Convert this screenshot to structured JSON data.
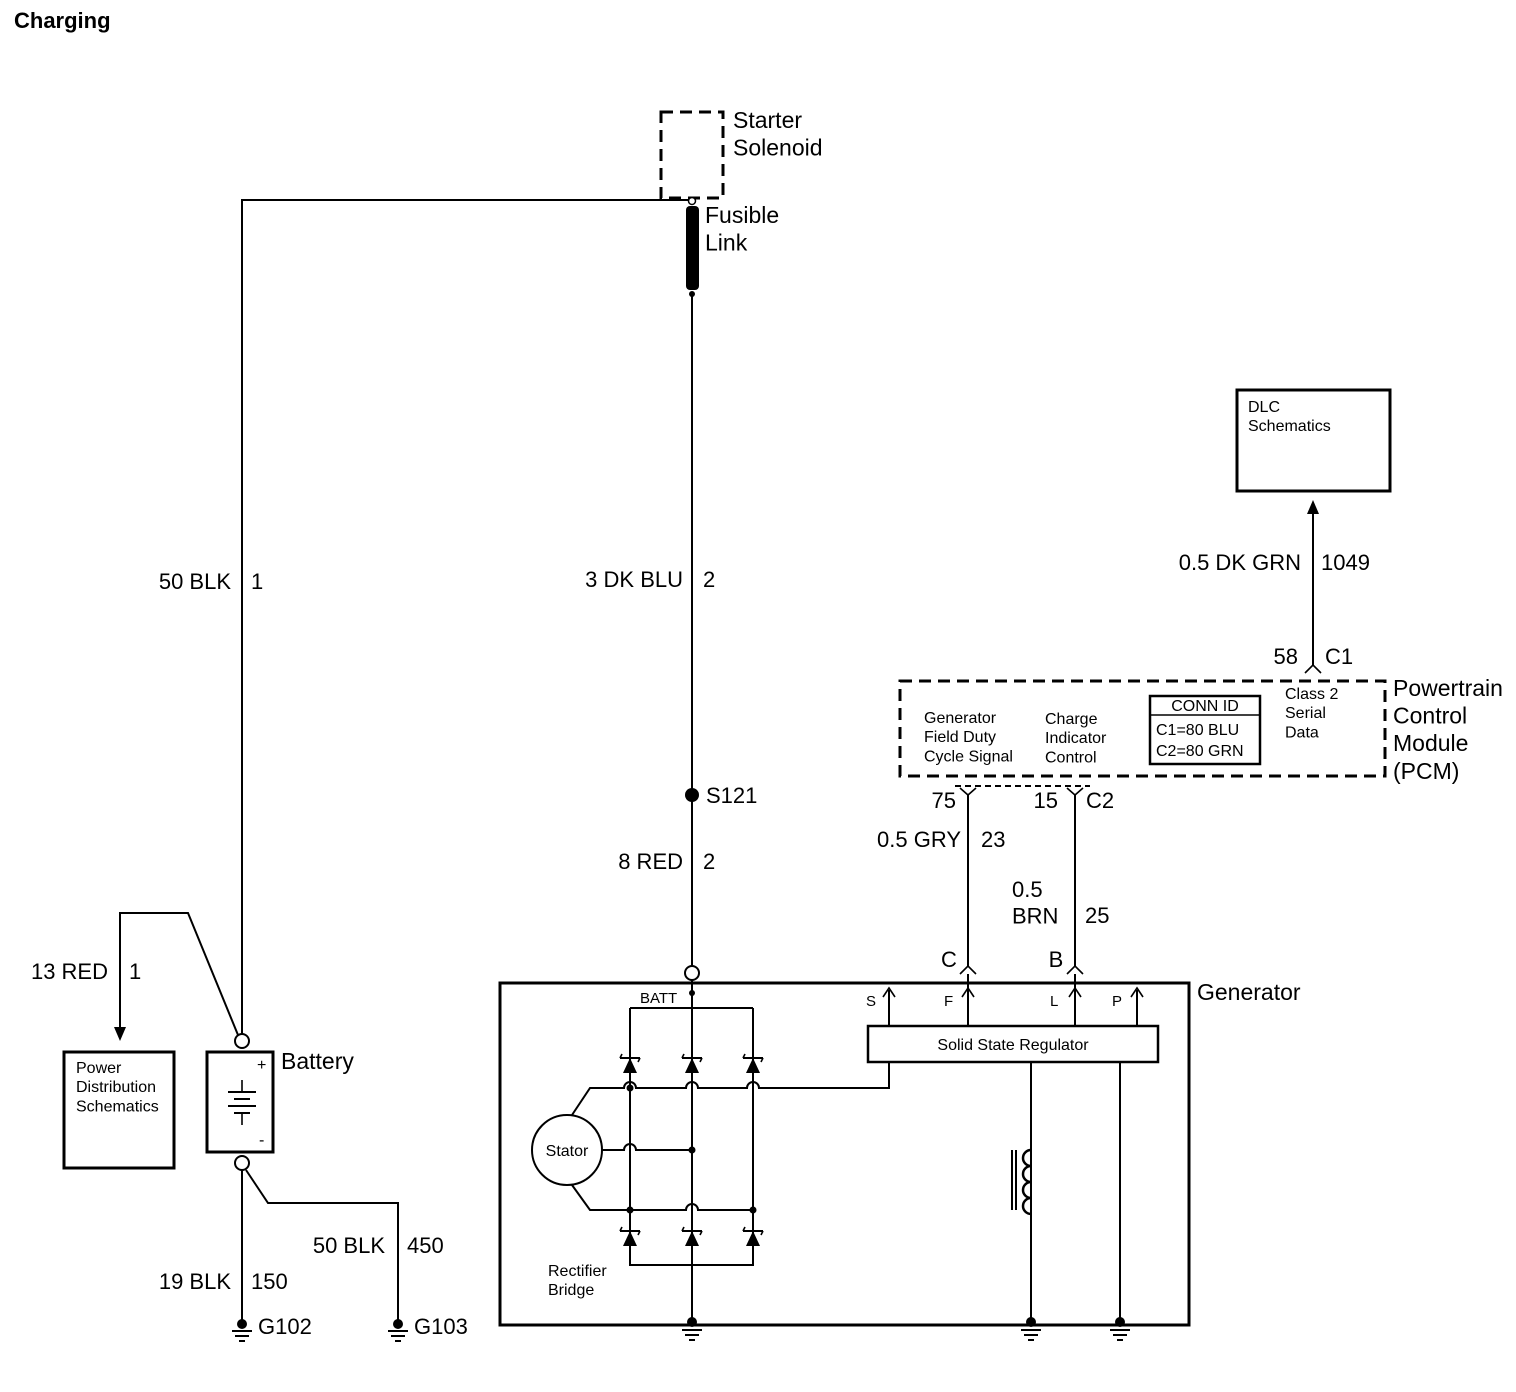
{
  "title": "Charging",
  "components": {
    "starter_solenoid": "Starter\nSolenoid",
    "fusible_link": "Fusible\nLink",
    "splice": "S121",
    "dlc": "DLC\nSchematics",
    "pcm_name": "Powertrain\nControl\nModule\n(PCM)",
    "pcm_text_field": "Generator\nField Duty\nCycle Signal",
    "pcm_text_charge": "Charge\nIndicator\nControl",
    "pcm_text_class2": "Class 2\nSerial\nData",
    "conn_id_title": "CONN ID",
    "conn_id_c1": "C1=80 BLU",
    "conn_id_c2": "C2=80 GRN",
    "power_dist": "Power\nDistribution\nSchematics",
    "battery": "Battery",
    "battery_plus": "+",
    "battery_minus": "-",
    "generator": "Generator",
    "batt_terminal": "BATT",
    "regulator": "Solid State Regulator",
    "stator": "Stator",
    "rectifier": "Rectifier\nBridge",
    "term_s": "S",
    "term_f": "F",
    "term_l": "L",
    "term_p": "P",
    "gen_conn_c": "C",
    "gen_conn_b": "B"
  },
  "wires": {
    "w1_gauge": "50 BLK",
    "w1_circuit": "1",
    "w2_gauge": "3 DK BLU",
    "w2_circuit": "2",
    "w3_gauge": "8 RED",
    "w3_circuit": "2",
    "w4_gauge": "0.5 DK GRN",
    "w4_circuit": "1049",
    "w5_gauge": "0.5 GRY",
    "w5_circuit": "23",
    "w6_gauge": "0.5\nBRN",
    "w6_circuit": "25",
    "w7_gauge": "13 RED",
    "w7_circuit": "1",
    "w8_gauge": "50 BLK",
    "w8_circuit": "450",
    "w9_gauge": "19 BLK",
    "w9_circuit": "150"
  },
  "pins": {
    "pcm_c1_pin": "58",
    "pcm_c1": "C1",
    "pcm_c2_pin_field": "75",
    "pcm_c2_pin_charge": "15",
    "pcm_c2": "C2"
  },
  "grounds": {
    "g102": "G102",
    "g103": "G103"
  }
}
